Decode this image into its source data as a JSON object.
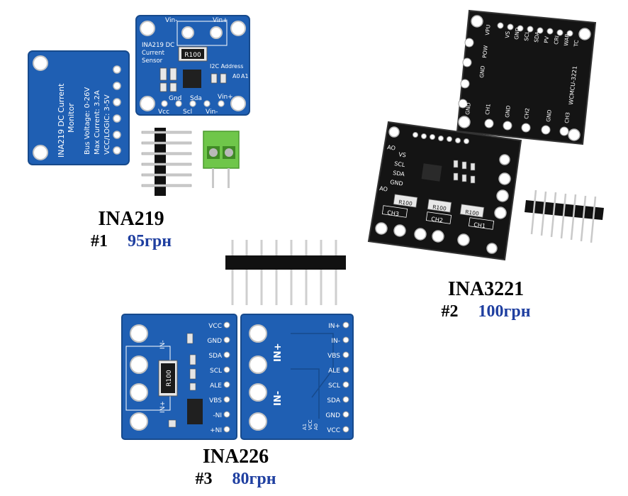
{
  "products": [
    {
      "name": "INA219",
      "number": "#1",
      "price": "95грн",
      "silkscreen": {
        "back_title": "INA219 DC Current",
        "back_title2": "Monitor",
        "bus_voltage": "Bus Voltage: 0-26V",
        "max_current": "Max Current: 3.2A",
        "vcc_logic": "VCC/LOGIC: 3-5V",
        "front_title": "INA219 DC",
        "front_title2": "Current",
        "front_title3": "Sensor",
        "shunt": "R100",
        "i2c": "I2C Address",
        "a0": "A0",
        "a1": "A1",
        "vin_minus_top": "Vin-",
        "vin_plus_top": "Vin+",
        "gnd": "Gnd",
        "sda": "Sda",
        "vin_plus_side": "Vin+",
        "vcc": "Vcc",
        "scl": "Scl",
        "vin_minus_bottom": "Vin-"
      }
    },
    {
      "name": "INA3221",
      "number": "#2",
      "price": "100грн",
      "silkscreen": {
        "back_pins": [
          "VPU",
          "VS",
          "GND",
          "SCL",
          "SDA",
          "PV",
          "CRI",
          "WAR",
          "TC"
        ],
        "pow": "POW",
        "gnd_left": "GND",
        "model": "WCMCU-3221",
        "back_bottom": [
          "GND",
          "CH1",
          "GND",
          "CH2",
          "GND",
          "CH3"
        ],
        "front_labels": [
          "AO",
          "VS",
          "SCL",
          "SDA",
          "GND",
          "AO"
        ],
        "shunts": [
          "R100",
          "R100",
          "R100"
        ],
        "channels": [
          "CH3",
          "CH2",
          "CH1"
        ]
      }
    },
    {
      "name": "INA226",
      "number": "#3",
      "price": "80грн",
      "silkscreen": {
        "front_pins": [
          "VCC",
          "GND",
          "SDA",
          "SCL",
          "ALE",
          "VBS",
          "-NI",
          "+NI"
        ],
        "shunt": "R100",
        "in_minus": "IN-",
        "in_plus": "IN+",
        "back_pins": [
          "IN+",
          "IN-",
          "VBS",
          "ALE",
          "SCL",
          "SDA",
          "GND",
          "VCC"
        ],
        "back_in_plus": "IN+",
        "back_in_minus": "IN-",
        "addr": [
          "A1",
          "VCC",
          "A0"
        ]
      }
    }
  ],
  "colors": {
    "pcb_blue": "#1f5fb3",
    "pcb_blue_dark": "#174a8c",
    "pcb_black": "#141414",
    "terminal_green": "#6fc64a",
    "price_blue": "#1f3fa0",
    "gold": "#d8c8a0"
  }
}
